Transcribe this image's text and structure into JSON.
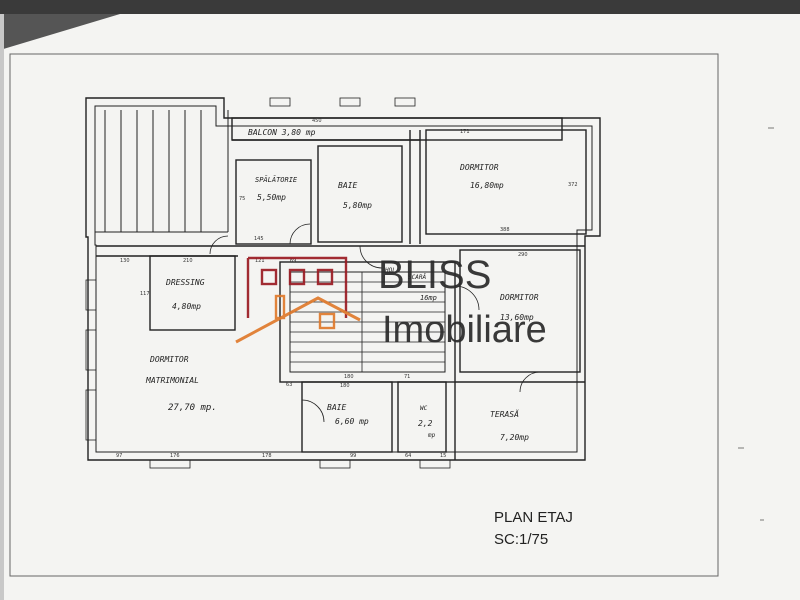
{
  "plan": {
    "title": "PLAN ETAJ",
    "scale": "SC:1/75"
  },
  "rooms": {
    "balcon": "BALCON 3,80 mp",
    "spalatorie_name": "SPĂLĂTORIE",
    "spalatorie_area": "5,50mp",
    "baie_top_name": "BAIE",
    "baie_top_area": "5,80mp",
    "dormitor_top_name": "DORMITOR",
    "dormitor_top_area": "16,80mp",
    "dressing_name": "DRESSING",
    "dressing_area": "4,80mp",
    "hol_line1": "HOL",
    "hol_line2": "SCARĂ",
    "hol_area": "16mp",
    "dormitor_right_name": "DORMITOR",
    "dormitor_right_area": "13,60mp",
    "dormitor_matrimonial_name": "DORMITOR",
    "dormitor_matrimonial_sub": "MATRIMONIAL",
    "dormitor_matrimonial_area": "27,70 mp.",
    "baie_bottom_name": "BAIE",
    "baie_bottom_area": "6,60 mp",
    "wc_name": "WC",
    "wc_area": "2,2",
    "wc_unit": "mp",
    "terasa_name": "TERASĂ",
    "terasa_area": "7,20mp"
  },
  "watermark": {
    "brand_line1": "BLISS",
    "brand_line2": "Imobiliare",
    "logo_color": "#9b1b22",
    "accent_color": "#e07a2c"
  },
  "dimensions": {
    "top": "450",
    "top_right": "171",
    "dorm_w": "388",
    "dorm_h": "372",
    "sp_w": "145",
    "sp_h": "75",
    "dress_w": "210",
    "left_w": "130",
    "left_h": "117",
    "hall_a": "121",
    "hall_b": "69",
    "right_w": "290",
    "bath_w": "180",
    "bottom_a": "97",
    "bottom_b": "176",
    "bottom_c": "178",
    "bottom_d": "99",
    "bottom_e": "64",
    "bottom_f": "15",
    "stair_a": "63",
    "stair_b": "180",
    "stair_c": "71"
  }
}
